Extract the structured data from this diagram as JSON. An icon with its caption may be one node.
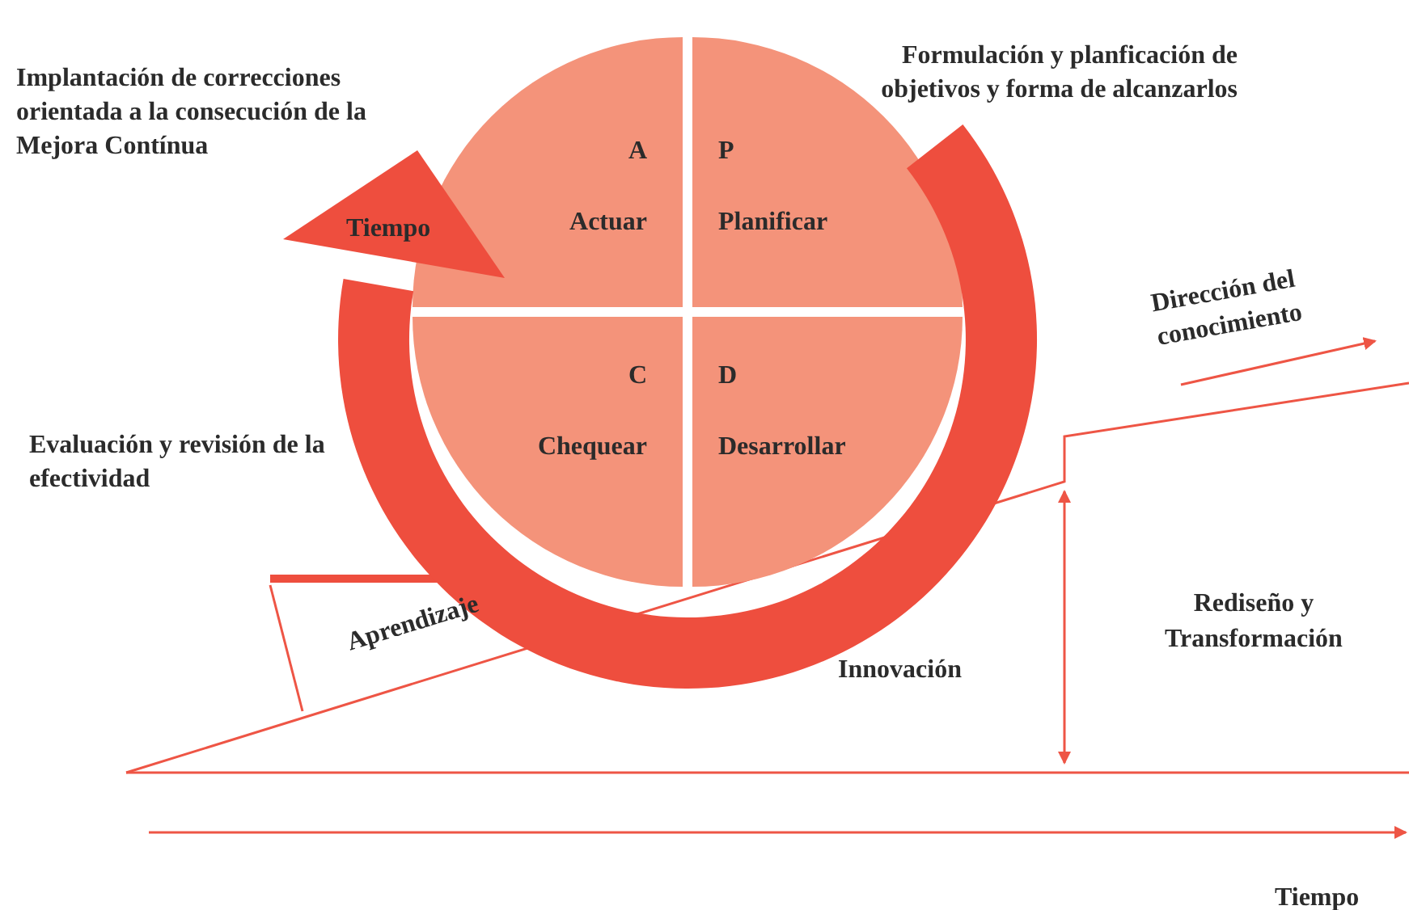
{
  "diagram": {
    "nodes": [
      {
        "text": [
          "A",
          "Actuar"
        ]
      },
      {
        "text": [
          "P",
          "Planificar"
        ]
      },
      {
        "text": [
          "C",
          "Chequear"
        ]
      },
      {
        "text": [
          "D",
          "Desarrollar"
        ]
      }
    ],
    "labels": [
      "Implantación de correcciones orientada a la consecución de la Mejora Contínua",
      "Formulación y planficación de objetivos y forma de alcanzarlos",
      "Tiempo",
      "Dirección del conocimiento",
      "Evaluación y revisión de la efectividad",
      "Aprendizaje",
      "Innovación",
      "Rediseño y Transformación",
      "Tiempo"
    ]
  }
}
